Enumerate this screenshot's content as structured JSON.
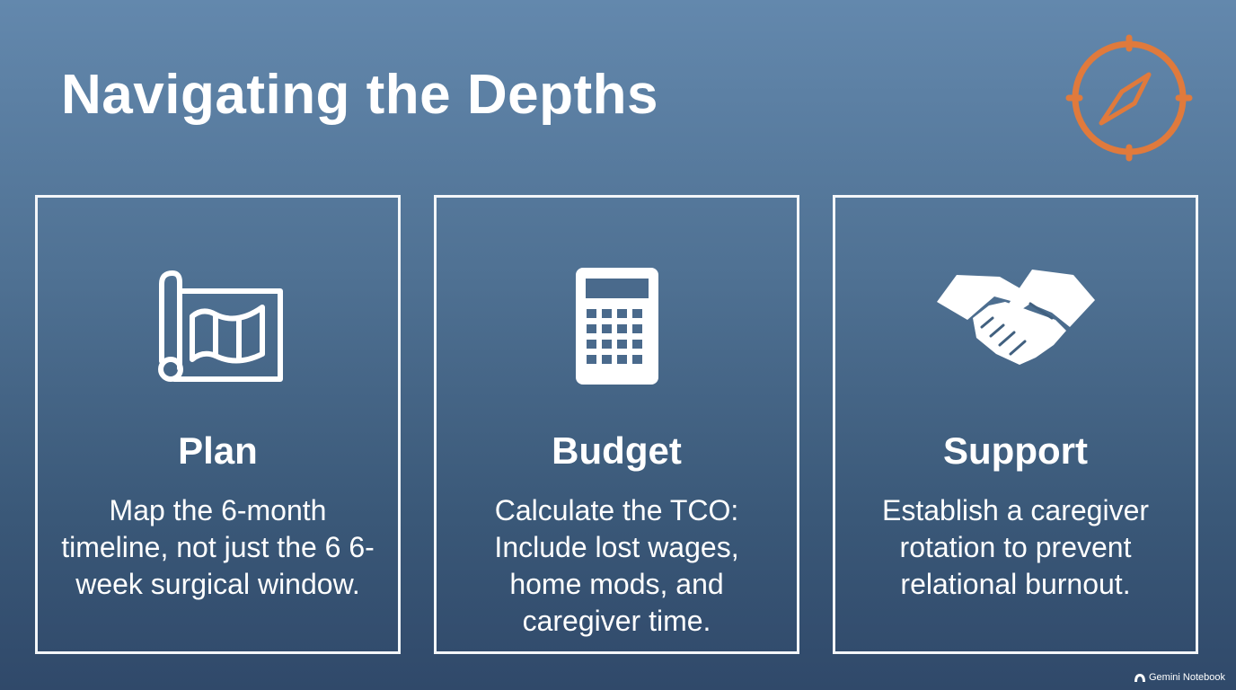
{
  "slide": {
    "title": "Navigating the Depths",
    "accent_color": "#e07a3c"
  },
  "cards": [
    {
      "icon": "map-icon",
      "title": "Plan",
      "text": "Map the 6-month timeline, not just the 6 6-week surgical window."
    },
    {
      "icon": "calculator-icon",
      "title": "Budget",
      "text": "Calculate the TCO: Include lost wages, home mods, and caregiver time."
    },
    {
      "icon": "handshake-icon",
      "title": "Support",
      "text": "Establish a caregiver rotation to prevent relational burnout."
    }
  ],
  "watermark": {
    "label": "Gemini Notebook"
  }
}
